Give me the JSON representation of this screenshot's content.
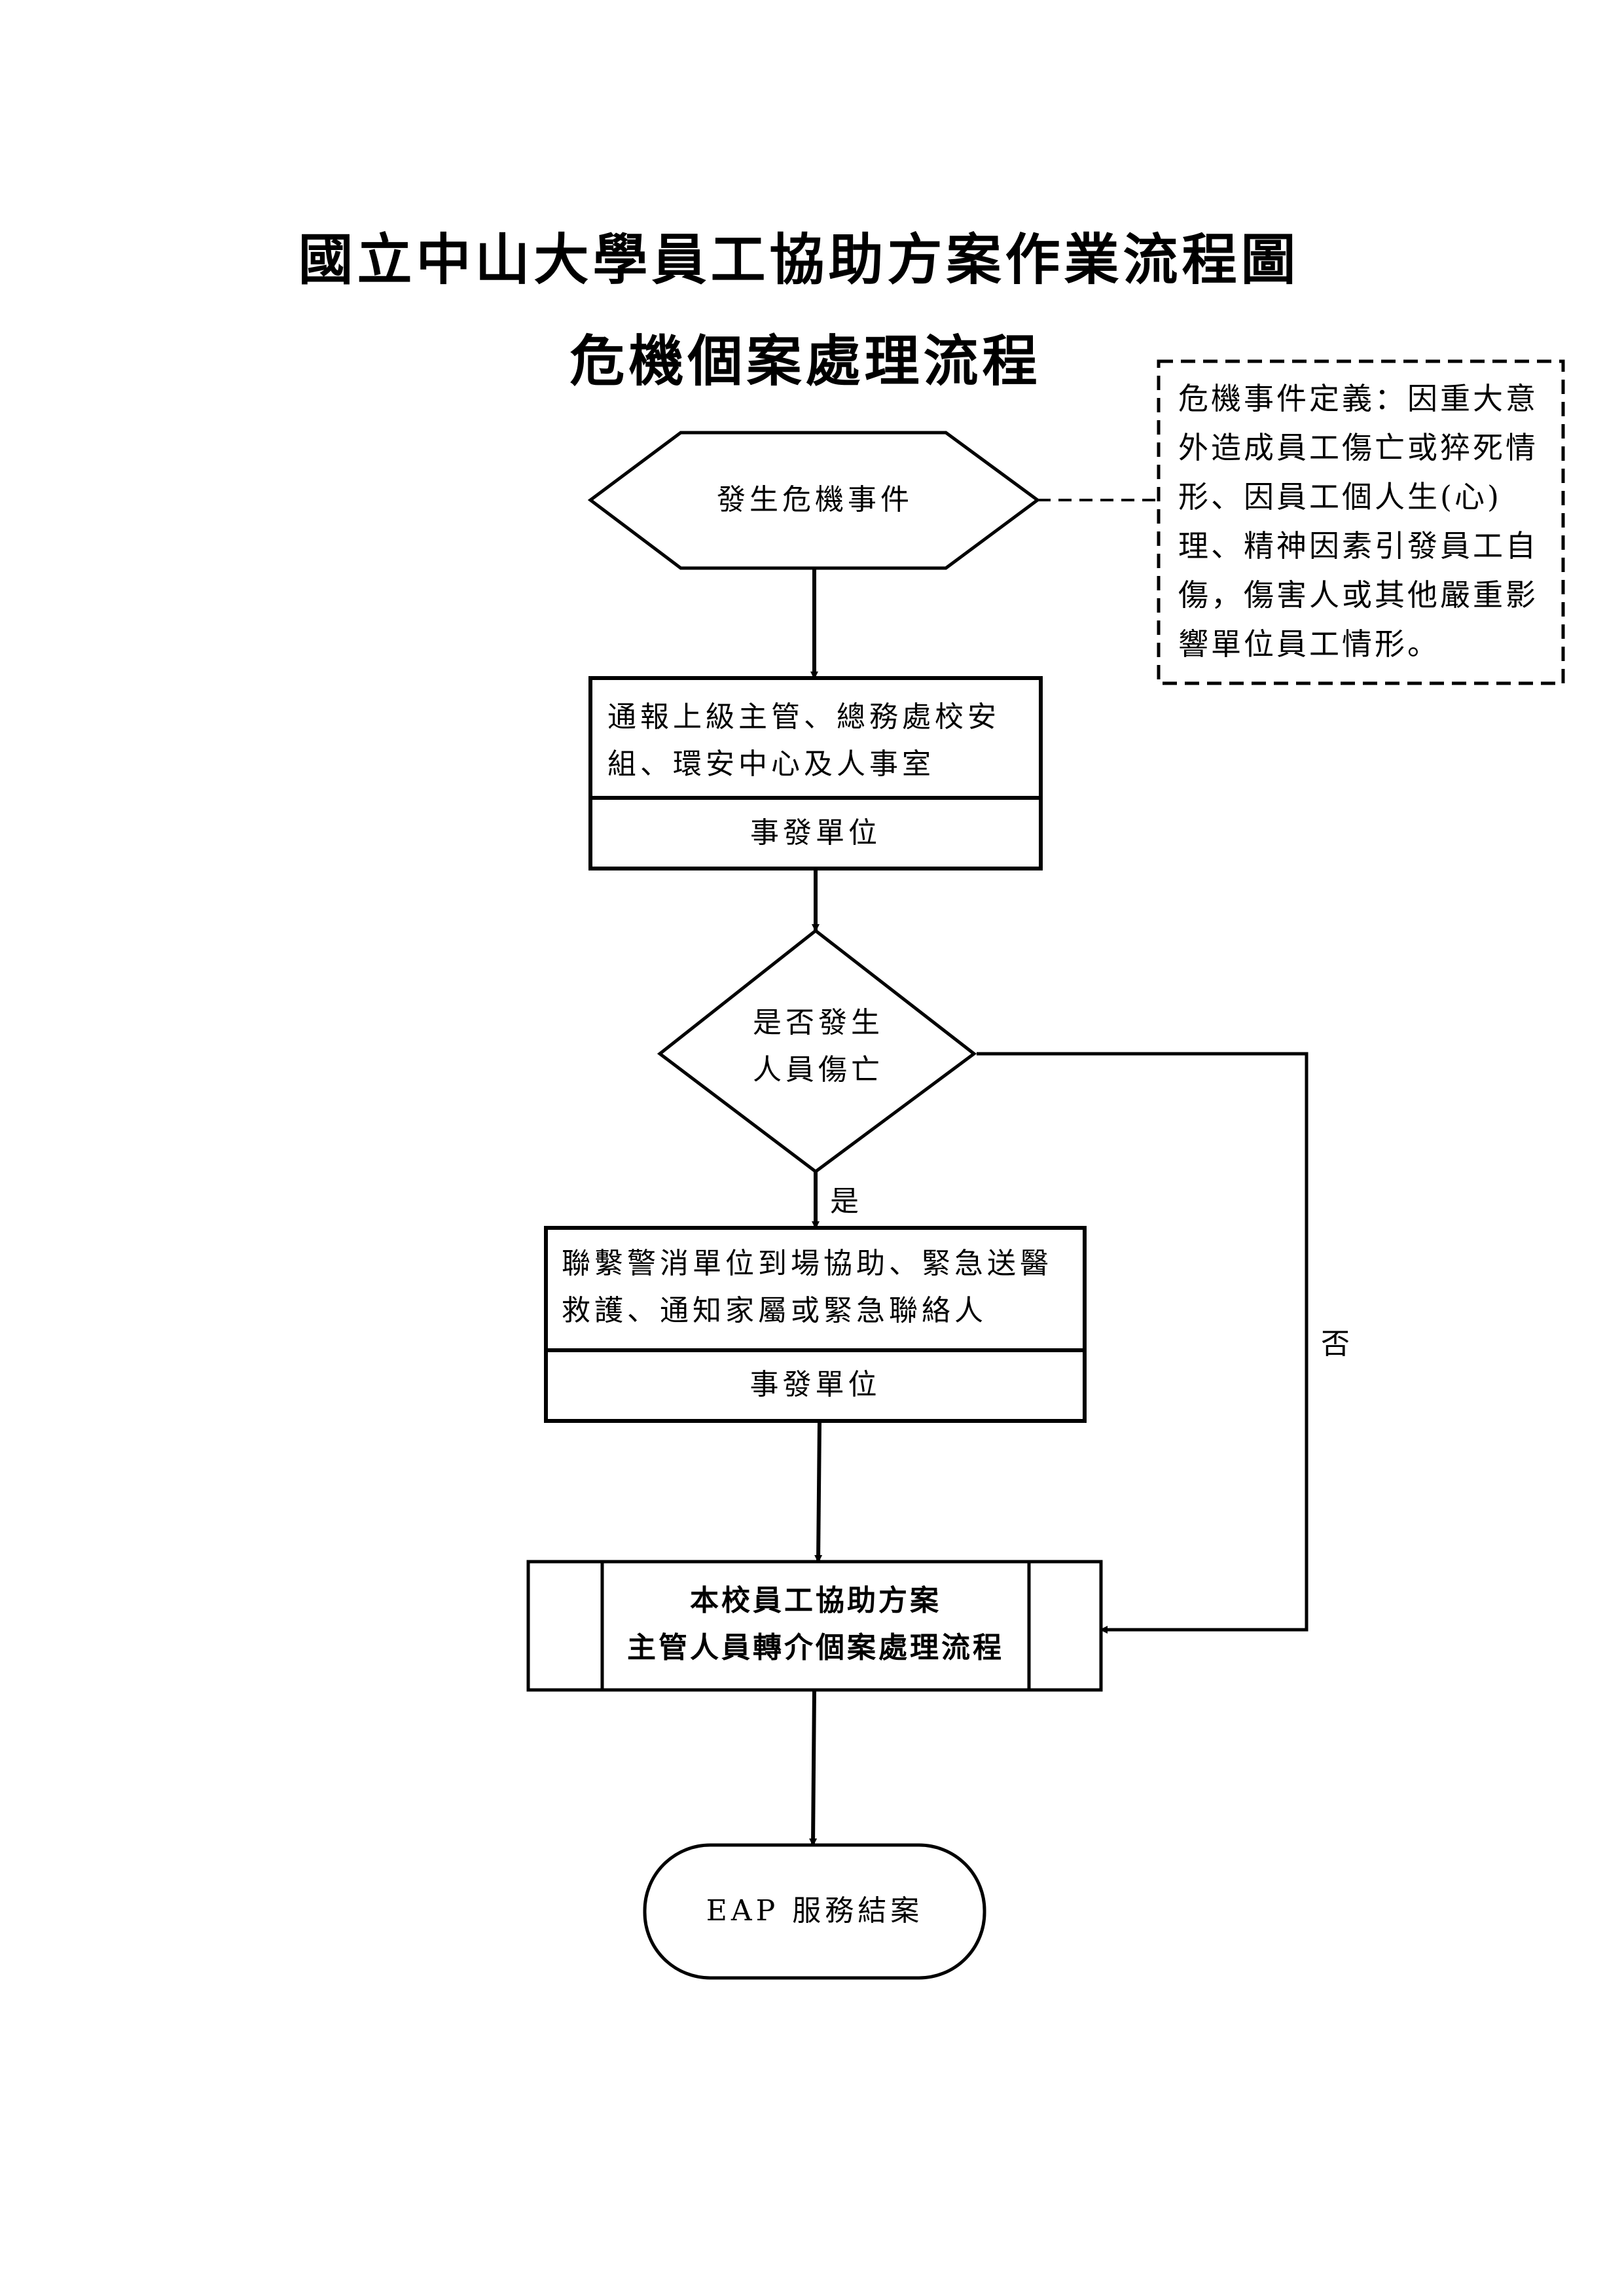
{
  "document": {
    "title": "國立中山大學員工協助方案作業流程圖",
    "subtitle": "危機個案處理流程"
  },
  "definition_note": {
    "lines": [
      "危機事件定義：因重大意",
      "外造成員工傷亡或猝死情",
      "形、因員工個人生(心)",
      "理、精神因素引發員工自",
      "傷，傷害人或其他嚴重影",
      "響單位員工情形。"
    ]
  },
  "flow": {
    "start": {
      "label": "發生危機事件"
    },
    "step1": {
      "lines": [
        "通報上級主管、總務處校安",
        "組、環安中心及人事室"
      ],
      "owner": "事發單位"
    },
    "decision": {
      "lines": [
        "是否發生",
        "人員傷亡"
      ],
      "yes_label": "是",
      "no_label": "否"
    },
    "step2": {
      "lines": [
        "聯繫警消單位到場協助、緊急送醫",
        "救護、通知家屬或緊急聯絡人"
      ],
      "owner": "事發單位"
    },
    "subprocess": {
      "lines": [
        "本校員工協助方案",
        "主管人員轉介個案處理流程"
      ]
    },
    "end": {
      "label": "EAP 服務結案"
    }
  }
}
